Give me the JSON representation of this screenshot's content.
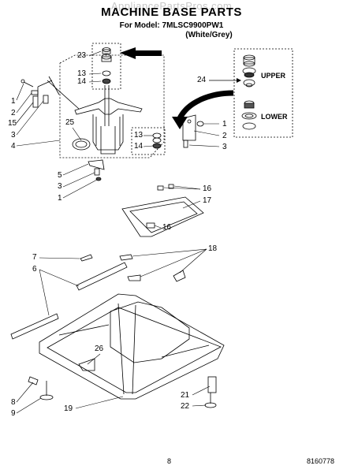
{
  "header": {
    "watermark": "AppliancePartsPros.com",
    "title": "MACHINE BASE PARTS",
    "model_line": "For Model: 7MLSC9900PW1",
    "variant": "(White/Grey)"
  },
  "inset": {
    "upper_label": "UPPER",
    "lower_label": "LOWER"
  },
  "callouts": {
    "c23": "23",
    "c13a": "13",
    "c14a": "14",
    "c1a": "1",
    "c2a": "2",
    "c15": "15",
    "c3a": "3",
    "c4": "4",
    "c25": "25",
    "c24": "24",
    "c1b": "1",
    "c2b": "2",
    "c3b": "3",
    "c13b": "13",
    "c14b": "14",
    "c5": "5",
    "c3c": "3",
    "c1c": "1",
    "c16a": "16",
    "c17": "17",
    "c16b": "16",
    "c7": "7",
    "c6": "6",
    "c18": "18",
    "c26": "26",
    "c8": "8",
    "c9": "9",
    "c19": "19",
    "c21": "21",
    "c22": "22"
  },
  "footer": {
    "page_number": "8",
    "document_number": "8160778"
  }
}
